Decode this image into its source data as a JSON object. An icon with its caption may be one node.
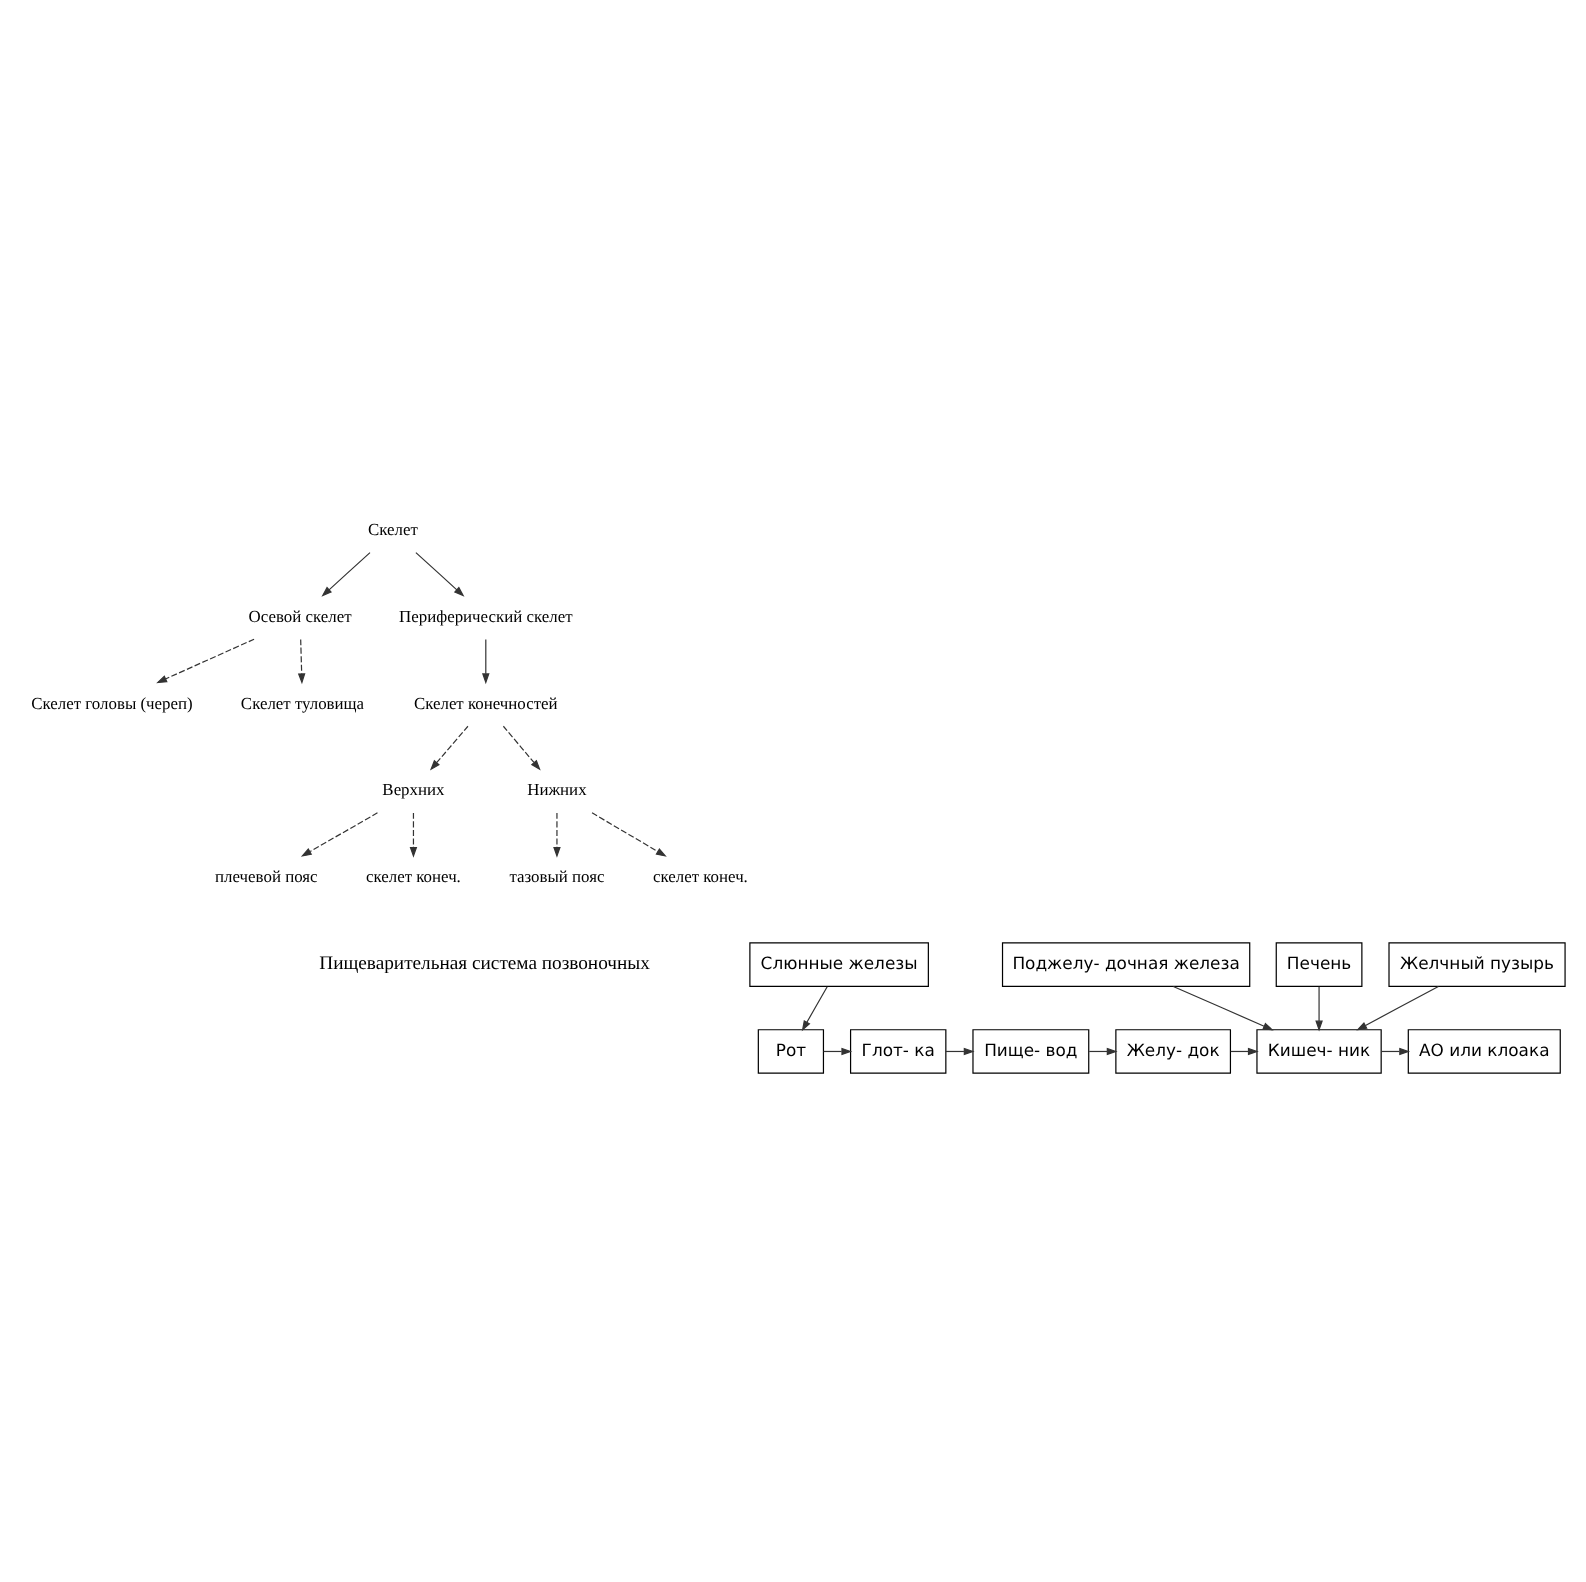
{
  "diagram": {
    "nodes": [
      {
        "text": [
          "Скелет"
        ]
      },
      {
        "text": [
          "Осевой скелет"
        ]
      },
      {
        "text": [
          "Периферический скелет"
        ]
      },
      {
        "text": [
          "Скелет головы (череп)"
        ]
      },
      {
        "text": [
          "Скелет туловища"
        ]
      },
      {
        "text": [
          "Скелет конечностей"
        ]
      },
      {
        "text": [
          "Верхних"
        ]
      },
      {
        "text": [
          "Нижних"
        ]
      },
      {
        "text": [
          "плечевой пояс"
        ]
      },
      {
        "text": [
          "скелет конеч."
        ]
      },
      {
        "text": [
          "тазовый пояс"
        ]
      },
      {
        "text": [
          "скелет конеч."
        ]
      },
      {
        "text": [
          "Рот"
        ]
      },
      {
        "text": [
          "Глот- ка"
        ]
      },
      {
        "text": [
          "Пище- вод"
        ]
      },
      {
        "text": [
          "Желу- док"
        ]
      },
      {
        "text": [
          "Кишеч- ник"
        ]
      },
      {
        "text": [
          "АО или клоака"
        ]
      },
      {
        "text": [
          "Слюнные железы"
        ]
      },
      {
        "text": [
          "Поджелу- дочная железа"
        ]
      },
      {
        "text": [
          "Печень"
        ]
      },
      {
        "text": [
          "Желчный пузырь"
        ]
      }
    ],
    "edges": [
      {
        "from": 0,
        "to": 1,
        "arrow": "to"
      },
      {
        "from": 0,
        "to": 2,
        "arrow": "to"
      },
      {
        "from": 1,
        "to": 3,
        "arrow": "to",
        "style": "dashed"
      },
      {
        "from": 1,
        "to": 4,
        "arrow": "to",
        "style": "dashed"
      },
      {
        "from": 2,
        "to": 5,
        "arrow": "to"
      },
      {
        "from": 5,
        "to": 6,
        "arrow": "to",
        "style": "dashed"
      },
      {
        "from": 5,
        "to": 7,
        "arrow": "to",
        "style": "dashed"
      },
      {
        "from": 6,
        "to": 8,
        "arrow": "to",
        "style": "dashed"
      },
      {
        "from": 6,
        "to": 9,
        "arrow": "to",
        "style": "dashed"
      },
      {
        "from": 7,
        "to": 10,
        "arrow": "to",
        "style": "dashed"
      },
      {
        "from": 7,
        "to": 11,
        "arrow": "to",
        "style": "dashed"
      },
      {
        "from": 12,
        "to": 13,
        "arrow": "to"
      },
      {
        "from": 13,
        "to": 14,
        "arrow": "to"
      },
      {
        "from": 14,
        "to": 15,
        "arrow": "to"
      },
      {
        "from": 15,
        "to": 16,
        "arrow": "to"
      },
      {
        "from": 16,
        "to": 17,
        "arrow": "to"
      },
      {
        "from": 18,
        "to": 12,
        "arrow": "to"
      },
      {
        "from": 19,
        "to": 16,
        "arrow": "to"
      },
      {
        "from": 20,
        "to": 16,
        "arrow": "to"
      },
      {
        "from": 21,
        "to": 16,
        "arrow": "to"
      }
    ],
    "labels": [
      "Пищеварительная система позвоночных"
    ]
  }
}
